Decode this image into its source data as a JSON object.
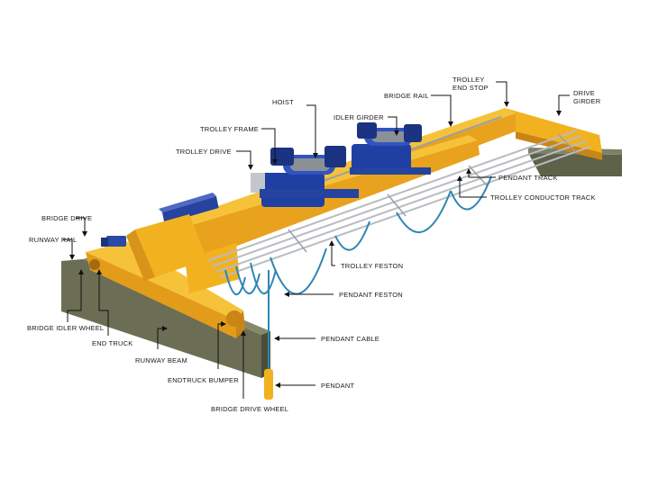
{
  "labels": {
    "hoist": "HOIST",
    "trolley_frame": "TROLLEY FRAME",
    "trolley_drive": "TROLLEY DRIVE",
    "idler_girder": "IDLER GIRDER",
    "bridge_rail": "BRIDGE RAIL",
    "trolley_end_stop_1": "TROLLEY",
    "trolley_end_stop_2": "END STOP",
    "drive_girder_1": "DRIVE",
    "drive_girder_2": "GIRDER",
    "pendant_track": "PENDANT TRACK",
    "trolley_conductor_track": "TROLLEY CONDUCTOR TRACK",
    "bridge_drive": "BRIDGE DRIVE",
    "runway_rail": "RUNWAY RAIL",
    "trolley_feston": "TROLLEY FESTON",
    "pendant_feston": "PENDANT FESTON",
    "bridge_idler_wheel": "BRIDGE IDLER WHEEL",
    "pendant_cable": "PENDANT CABLE",
    "end_truck": "END TRUCK",
    "runway_beam": "RUNWAY BEAM",
    "endtruck_bumper": "ENDTRUCK BUMPER",
    "pendant": "PENDANT",
    "bridge_drive_wheel": "BRIDGE DRIVE WHEEL"
  },
  "colors": {
    "girder_yellow": "#f2b11f",
    "girder_shadow": "#d8931a",
    "runway_beam": "#6b6e55",
    "hoist_blue": "#1f3fa3",
    "cable_blue": "#2f86b5",
    "track_gray": "#b8bcc0",
    "leader_line": "#111111"
  }
}
